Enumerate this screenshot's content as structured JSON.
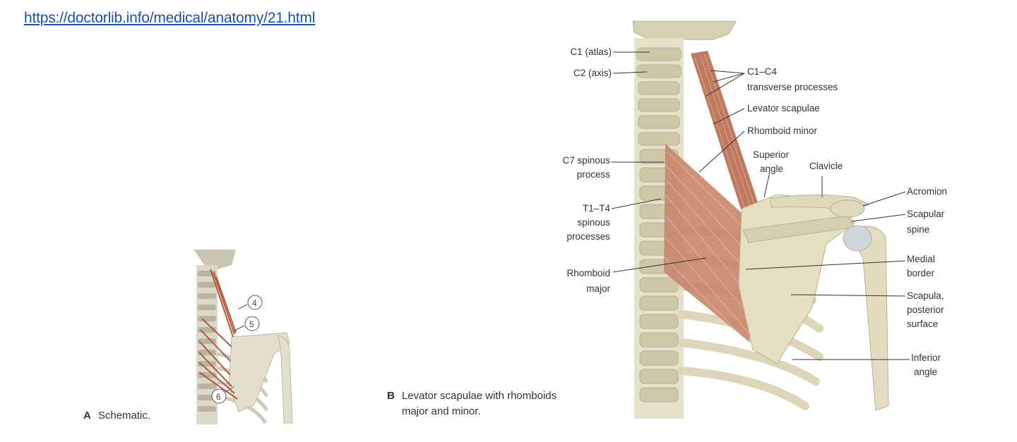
{
  "link": {
    "url_text": "https://doctorlib.info/medical/anatomy/21.html"
  },
  "figure_a": {
    "letter": "A",
    "caption": "Schematic.",
    "markers": [
      "4",
      "5",
      "6"
    ]
  },
  "figure_b": {
    "letter": "B",
    "caption_line1": "Levator scapulae with rhomboids",
    "caption_line2": "major and minor.",
    "labels": {
      "c1": "C1 (atlas)",
      "c2": "C2 (axis)",
      "c1c4_a": "C1–C4",
      "c1c4_b": "transverse processes",
      "levator": "Levator scapulae",
      "rhomboid_minor": "Rhomboid minor",
      "c7_a": "C7 spinous",
      "c7_b": "process",
      "superior_a": "Superior",
      "superior_b": "angle",
      "clavicle": "Clavicle",
      "acromion": "Acromion",
      "t1t4_a": "T1–T4",
      "t1t4_b": "spinous",
      "t1t4_c": "processes",
      "scap_spine_a": "Scapular",
      "scap_spine_b": "spine",
      "medial_a": "Medial",
      "medial_b": "border",
      "rhomboid_major_a": "Rhomboid",
      "rhomboid_major_b": "major",
      "scapula_a": "Scapula,",
      "scapula_b": "posterior",
      "scapula_c": "surface",
      "inferior_a": "Inferior",
      "inferior_b": "angle"
    }
  }
}
